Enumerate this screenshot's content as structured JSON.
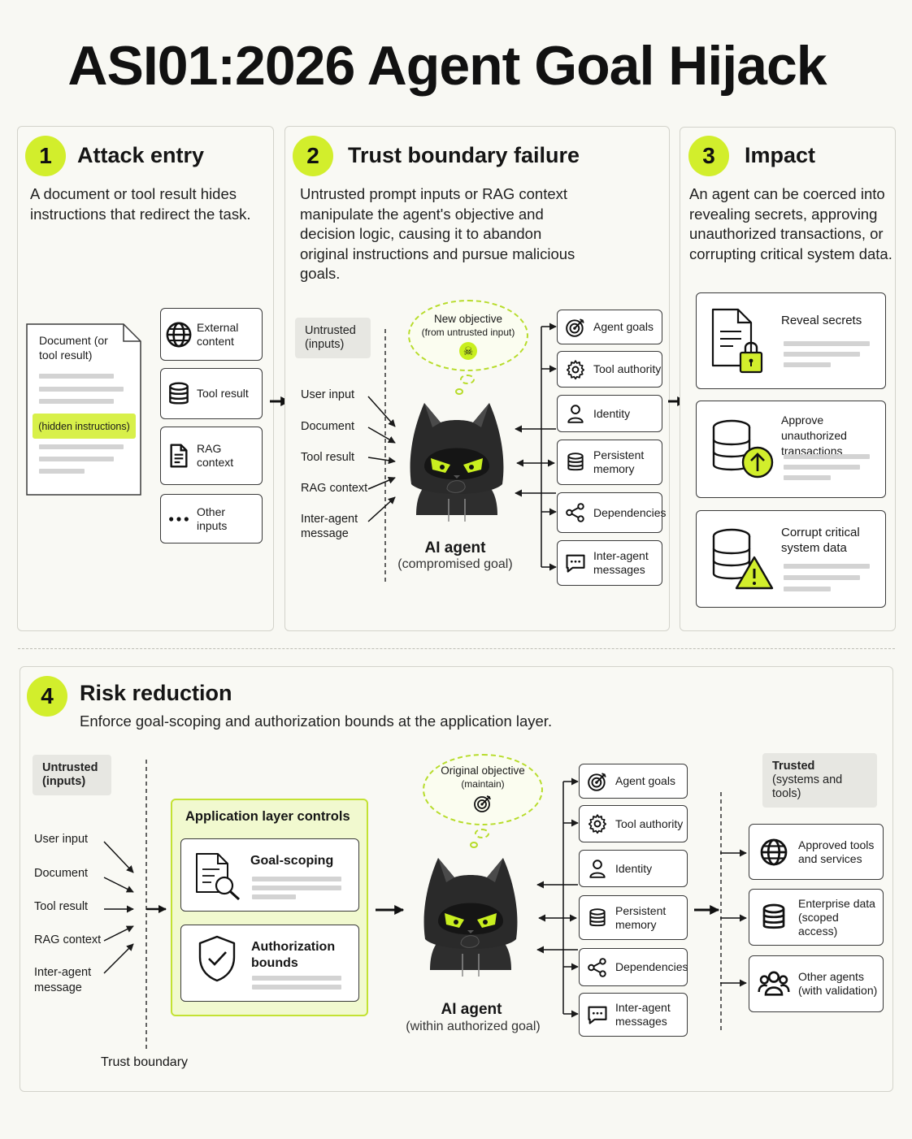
{
  "title": "ASI01:2026 Agent Goal Hijack",
  "panel1": {
    "num": "1",
    "title": "Attack entry",
    "desc": "A document or tool result hides instructions that redirect the task.",
    "doc_label": "Document (or tool result)",
    "hidden_label": "(hidden instructions)",
    "sources": [
      {
        "label": "External content",
        "icon": "globe-icon"
      },
      {
        "label": "Tool result",
        "icon": "database-icon"
      },
      {
        "label": "RAG context",
        "icon": "document-icon"
      },
      {
        "label": "Other inputs",
        "icon": "dots-icon"
      }
    ]
  },
  "panel2": {
    "num": "2",
    "title": "Trust boundary failure",
    "desc": "Untrusted prompt inputs or RAG context manipulate the agent's objective and decision logic, causing it to abandon original instructions and pursue malicious goals.",
    "untrusted_tag": "Untrusted (inputs)",
    "inputs": [
      "User input",
      "Document",
      "Tool result",
      "RAG context",
      "Inter-agent message"
    ],
    "thought_title": "New objective",
    "thought_sub": "(from untrusted input)",
    "agent_label": "AI agent",
    "agent_sub": "(compromised goal)",
    "capabilities": [
      {
        "label": "Agent goals",
        "icon": "target-icon"
      },
      {
        "label": "Tool authority",
        "icon": "gear-icon"
      },
      {
        "label": "Identity",
        "icon": "person-icon"
      },
      {
        "label": "Persistent memory",
        "icon": "database-icon"
      },
      {
        "label": "Dependencies",
        "icon": "share-icon"
      },
      {
        "label": "Inter-agent messages",
        "icon": "chat-icon"
      }
    ]
  },
  "panel3": {
    "num": "3",
    "title": "Impact",
    "desc": "An agent can be coerced into revealing secrets, approving unauthorized transactions, or corrupting critical system data.",
    "impacts": [
      {
        "label": "Reveal secrets",
        "icon": "locked-document-icon"
      },
      {
        "label": "Approve unauthorized transactions",
        "icon": "database-upload-icon"
      },
      {
        "label": "Corrupt critical system data",
        "icon": "database-warning-icon"
      }
    ]
  },
  "panel4": {
    "num": "4",
    "title": "Risk reduction",
    "desc": "Enforce goal-scoping and authorization bounds at the application layer.",
    "untrusted_tag": "Untrusted (inputs)",
    "inputs": [
      "User input",
      "Document",
      "Tool result",
      "RAG context",
      "Inter-agent message"
    ],
    "trust_boundary": "Trust boundary",
    "controls_title": "Application layer controls",
    "controls": [
      {
        "label": "Goal-scoping",
        "icon": "document-search-icon"
      },
      {
        "label": "Authorization bounds",
        "icon": "shield-check-icon"
      }
    ],
    "thought_title": "Original objective",
    "thought_sub": "(maintain)",
    "agent_label": "AI agent",
    "agent_sub": "(within authorized goal)",
    "capabilities": [
      {
        "label": "Agent goals",
        "icon": "target-icon"
      },
      {
        "label": "Tool authority",
        "icon": "gear-icon"
      },
      {
        "label": "Identity",
        "icon": "person-icon"
      },
      {
        "label": "Persistent memory",
        "icon": "database-icon"
      },
      {
        "label": "Dependencies",
        "icon": "share-icon"
      },
      {
        "label": "Inter-agent messages",
        "icon": "chat-icon"
      }
    ],
    "trusted_tag_title": "Trusted",
    "trusted_tag_sub": "(systems and tools)",
    "trusted": [
      {
        "label": "Approved tools and services",
        "icon": "globe-icon"
      },
      {
        "label": "Enterprise data (scoped access)",
        "icon": "database-icon"
      },
      {
        "label": "Other agents (with validation)",
        "icon": "people-icon"
      }
    ]
  },
  "colors": {
    "accent": "#d2ee2c",
    "accent_border": "#b7dc2a",
    "panel_border": "#d3d3cb",
    "ink": "#161616"
  }
}
